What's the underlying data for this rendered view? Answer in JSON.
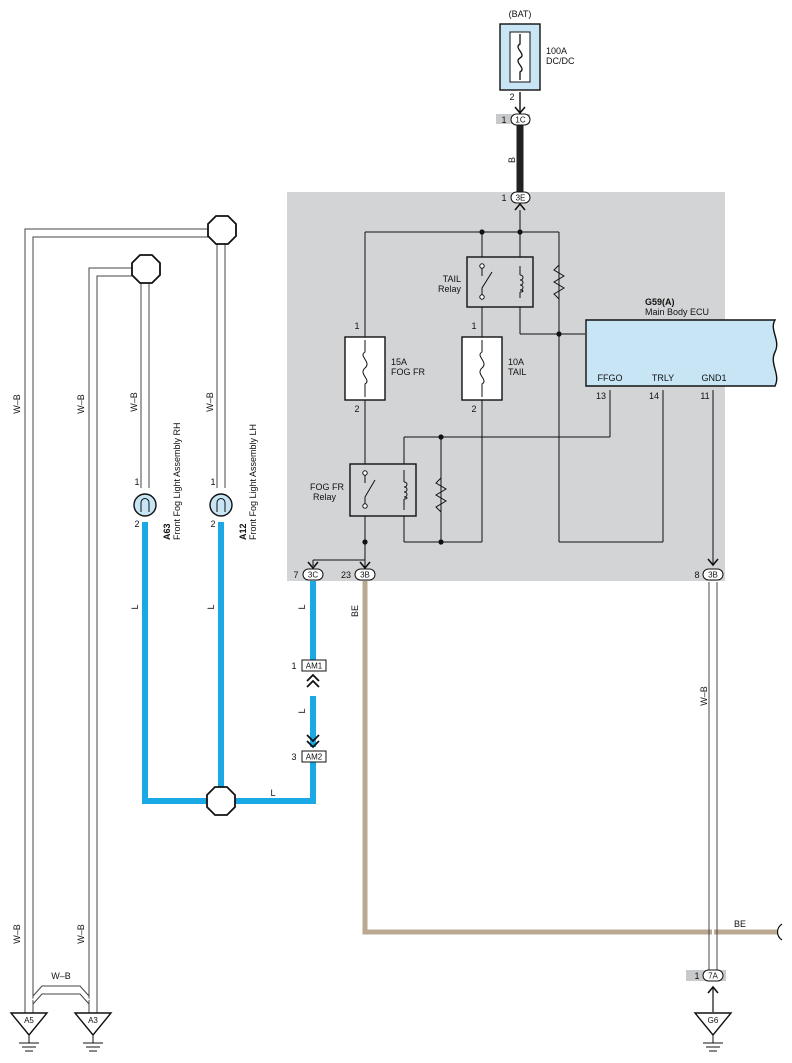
{
  "battery": {
    "source_label": "(BAT)",
    "fuse_rating": "100A",
    "fuse_name": "DC/DC"
  },
  "fuses": {
    "fog": {
      "rating": "15A",
      "name": "FOG FR"
    },
    "tail": {
      "rating": "10A",
      "name": "TAIL"
    }
  },
  "relays": {
    "tail": {
      "line1": "TAIL",
      "line2": "Relay"
    },
    "fog": {
      "line1": "FOG FR",
      "line2": "Relay"
    }
  },
  "ecu": {
    "code": "G59(A)",
    "name": "Main Body ECU",
    "pins": [
      {
        "name": "FFGO",
        "number": "13"
      },
      {
        "name": "TRLY",
        "number": "14"
      },
      {
        "name": "GND1",
        "number": "11"
      }
    ]
  },
  "lamps": {
    "rh": {
      "code": "A63",
      "name": "Front Fog Light Assembly RH"
    },
    "lh": {
      "code": "A12",
      "name": "Front Fog Light Assembly LH"
    }
  },
  "connectors": {
    "c1C": {
      "id": "1C",
      "pin": "1"
    },
    "c3E": {
      "id": "3E",
      "pin": "1"
    },
    "c3C": {
      "id": "3C",
      "pin": "7"
    },
    "c3B_be": {
      "id": "3B",
      "pin": "23"
    },
    "c3B_gnd": {
      "id": "3B",
      "pin": "8"
    },
    "cAM1": {
      "id": "AM1",
      "pin": "1"
    },
    "cAM2": {
      "id": "AM2",
      "pin": "3"
    },
    "c7A": {
      "id": "7A",
      "pin": "1"
    }
  },
  "grounds": {
    "g1": "A5",
    "g2": "A3",
    "g3": "G6"
  },
  "wire_colors": {
    "black": "B",
    "blue": "L",
    "white_black": "W–B",
    "beige": "BE",
    "blue_hex": "#1ba9e6",
    "beige_hex": "#bba890",
    "black_hex": "#222222"
  },
  "pin_numbers": {
    "fuse_bat_out": "2",
    "fog_fuse_in": "1",
    "fog_fuse_out": "2",
    "tail_fuse_in": "1",
    "tail_fuse_out": "2",
    "lamp_rh_in": "1",
    "lamp_rh_out": "2",
    "lamp_lh_in": "1",
    "lamp_lh_out": "2"
  }
}
